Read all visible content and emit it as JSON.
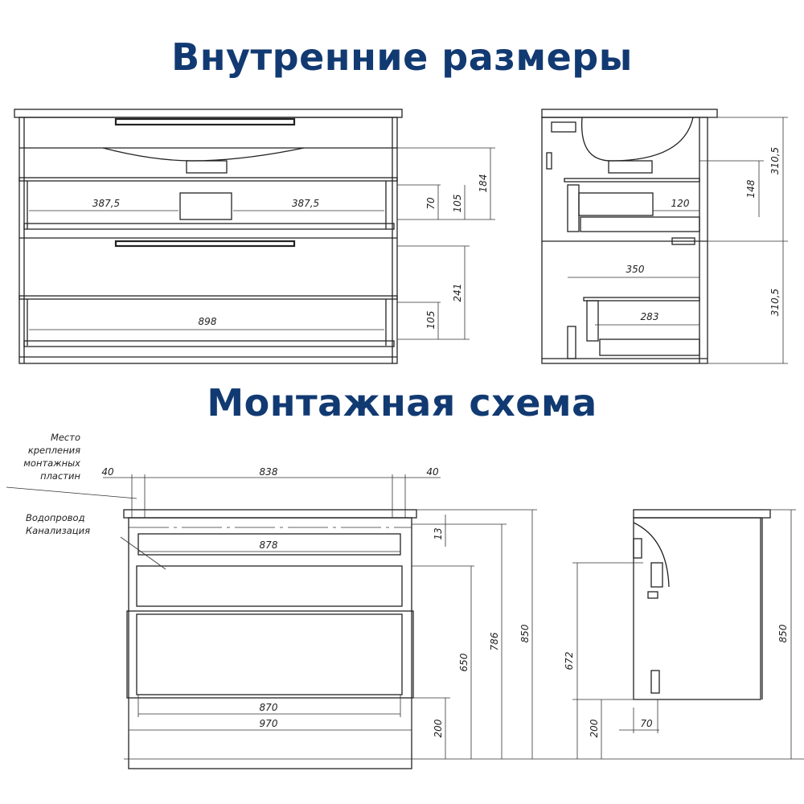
{
  "titles": {
    "internal": "Внутренние размеры",
    "mounting": "Монтажная схема"
  },
  "colors": {
    "title": "#123a72",
    "lines": "#222222",
    "background": "#ffffff"
  },
  "internal_front": {
    "dim_left_upper": "387,5",
    "dim_right_upper": "387,5",
    "dim_70": "70",
    "dim_105_upper": "105",
    "dim_184": "184",
    "dim_898": "898",
    "dim_105_lower": "105",
    "dim_241": "241"
  },
  "internal_side": {
    "dim_148": "148",
    "dim_120": "120",
    "dim_3105_upper": "310,5",
    "dim_350": "350",
    "dim_283": "283",
    "dim_3105_lower": "310,5"
  },
  "mounting_front": {
    "note_plates": [
      "Место",
      "крепления",
      "монтажных",
      "пластин"
    ],
    "note_pipes": [
      "Водопровод",
      "Канализация"
    ],
    "dim_40_left": "40",
    "dim_838": "838",
    "dim_40_right": "40",
    "dim_878": "878",
    "dim_13": "13",
    "dim_870": "870",
    "dim_970": "970",
    "dim_200": "200",
    "dim_650": "650",
    "dim_786": "786",
    "dim_850": "850"
  },
  "mounting_side": {
    "dim_672": "672",
    "dim_200": "200",
    "dim_70": "70",
    "dim_850": "850"
  }
}
